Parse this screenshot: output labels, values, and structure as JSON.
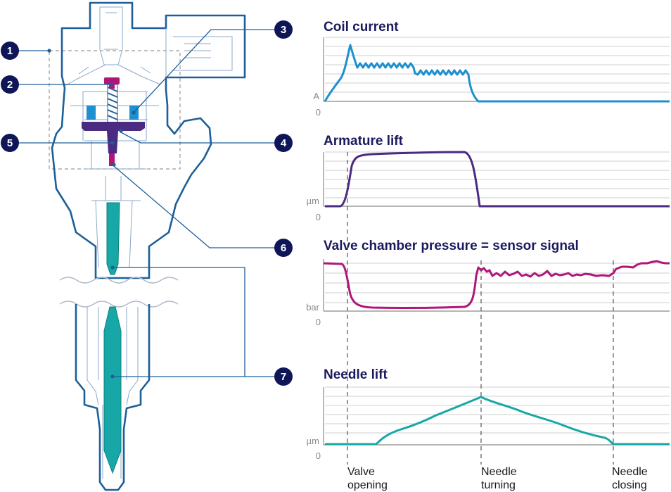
{
  "colors": {
    "navy": "#1a1a5e",
    "outline": "#1d5f9a",
    "coil": "#1e8fcf",
    "armature": "#4b2a82",
    "pressure": "#b0157a",
    "needle": "#18a7a7",
    "callout_fill": "#0f1658"
  },
  "callouts": [
    "1",
    "2",
    "3",
    "4",
    "5",
    "6",
    "7"
  ],
  "panels": [
    {
      "title": "Coil current",
      "unit": "A",
      "zero": "0"
    },
    {
      "title": "Armature lift",
      "unit": "µm",
      "zero": "0"
    },
    {
      "title": "Valve chamber pressure = sensor signal",
      "unit": "bar",
      "zero": "0"
    },
    {
      "title": "Needle lift",
      "unit": "µm",
      "zero": "0"
    }
  ],
  "events": [
    {
      "line1": "Valve",
      "line2": "opening"
    },
    {
      "line1": "Needle",
      "line2": "turning"
    },
    {
      "line1": "Needle",
      "line2": "closing"
    }
  ]
}
